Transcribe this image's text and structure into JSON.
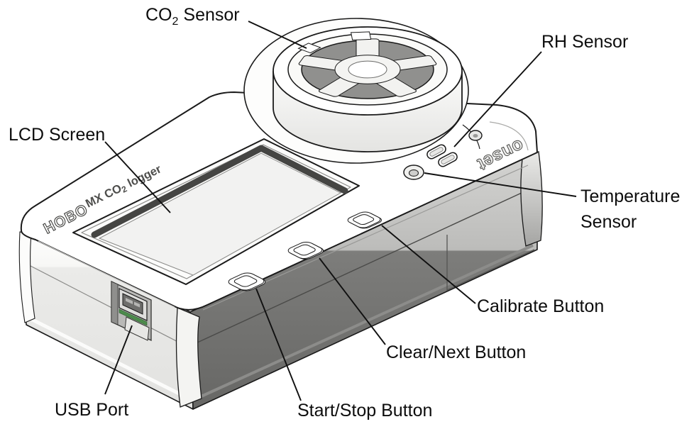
{
  "diagram": {
    "kind": "device-parts-callout-diagram",
    "device": "HOBO MX CO2 Logger",
    "callouts": {
      "co2_sensor": {
        "prefix": "CO",
        "sub": "2",
        "suffix": "Sensor"
      },
      "rh_sensor": {
        "label": "RH Sensor"
      },
      "lcd_screen": {
        "label": "LCD Screen"
      },
      "temperature_sensor": {
        "label_line1": "Temperature",
        "label_line2": "Sensor"
      },
      "calibrate_button": {
        "label": "Calibrate Button"
      },
      "clear_next_button": {
        "label": "Clear/Next Button"
      },
      "start_stop_button": {
        "label": "Start/Stop Button"
      },
      "usb_port": {
        "label": "USB Port"
      }
    },
    "device_markings": {
      "brand": "HOBO",
      "model_prefix": "MX CO",
      "model_sub": "2",
      "model_suffix": "logger",
      "logo": "onset"
    },
    "colors": {
      "line": "#1a1a1a",
      "top_face": "#ffffff",
      "left_face": "#eeeeec",
      "right_face_upper": "#bfbfbd",
      "right_face_lower": "#737371",
      "screen": "#f2f2f1",
      "pcb_green": "#4c8b4c"
    }
  }
}
